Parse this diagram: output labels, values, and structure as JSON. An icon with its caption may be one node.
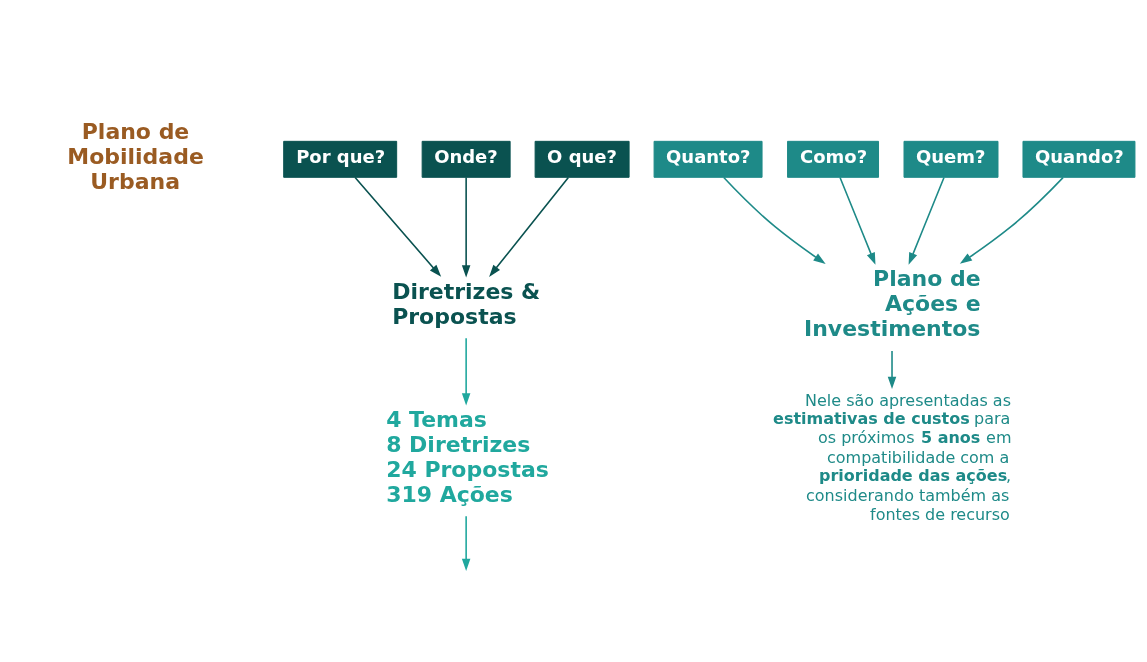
{
  "diagram": {
    "nodes": [
      {
        "text": [
          "Plano de Mobilidade Urbana"
        ]
      },
      {
        "text": [
          "Por que?"
        ]
      },
      {
        "text": [
          "Onde?"
        ]
      },
      {
        "text": [
          "Quanto?"
        ]
      },
      {
        "text": [
          "Como?"
        ]
      },
      {
        "text": [
          "Quem?"
        ]
      },
      {
        "text": [
          "Quando?"
        ]
      },
      {
        "text": [
          "O que?"
        ]
      },
      {
        "text": [
          "Diretrizes & Propostas"
        ]
      },
      {
        "text": [
          "4 Temas",
          "8 Diretrizes",
          "24 Propostas",
          "319 Ações"
        ]
      },
      {
        "text": [
          "Plano de Ações e Investimentos"
        ]
      },
      {
        "text": [
          "Nele são apresentadas as **estimativas de custos** para os próximos **5 anos** em compatibilidade com a **prioridade das ações**, considerando também as fontes de recurso"
        ]
      }
    ],
    "edges": [
      {
        "from": 2,
        "to": 8,
        "arrow": "to",
        "color": "#0a5250"
      },
      {
        "from": 1,
        "to": 8,
        "arrow": "to",
        "color": "#0a5250"
      },
      {
        "from": 7,
        "to": 8,
        "arrow": "to",
        "color": "#0a5250"
      },
      {
        "from": 8,
        "to": 9,
        "arrow": "to",
        "color": "#20a89e"
      },
      {
        "from": 9,
        "to": null,
        "arrow": "to",
        "color": "#20a89e"
      },
      {
        "from": 6,
        "to": 10,
        "arrow": "to"
      },
      {
        "from": 5,
        "to": 10,
        "arrow": "to"
      },
      {
        "from": 4,
        "to": 10,
        "arrow": "to"
      },
      {
        "from": 3,
        "to": 10,
        "arrow": "to"
      },
      {
        "from": 10,
        "to": 11,
        "arrow": "to"
      }
    ]
  }
}
